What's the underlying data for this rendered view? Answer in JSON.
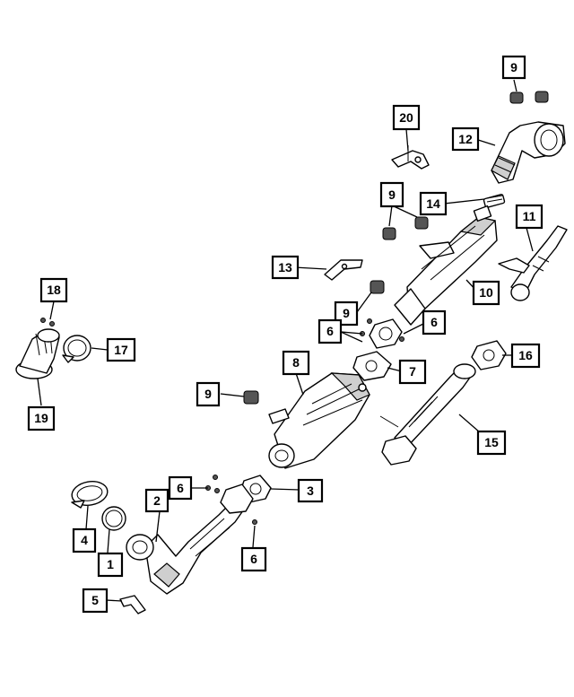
{
  "callouts": [
    {
      "id": "c1",
      "label": "1"
    },
    {
      "id": "c2",
      "label": "2"
    },
    {
      "id": "c3",
      "label": "3"
    },
    {
      "id": "c4",
      "label": "4"
    },
    {
      "id": "c5",
      "label": "5"
    },
    {
      "id": "c6a",
      "label": "6"
    },
    {
      "id": "c6b",
      "label": "6"
    },
    {
      "id": "c6c",
      "label": "6"
    },
    {
      "id": "c6d",
      "label": "6"
    },
    {
      "id": "c7",
      "label": "7"
    },
    {
      "id": "c8",
      "label": "8"
    },
    {
      "id": "c9a",
      "label": "9"
    },
    {
      "id": "c9b",
      "label": "9"
    },
    {
      "id": "c9c",
      "label": "9"
    },
    {
      "id": "c9d",
      "label": "9"
    },
    {
      "id": "c10",
      "label": "10"
    },
    {
      "id": "c11",
      "label": "11"
    },
    {
      "id": "c12",
      "label": "12"
    },
    {
      "id": "c13",
      "label": "13"
    },
    {
      "id": "c14",
      "label": "14"
    },
    {
      "id": "c15",
      "label": "15"
    },
    {
      "id": "c16",
      "label": "16"
    },
    {
      "id": "c17",
      "label": "17"
    },
    {
      "id": "c18",
      "label": "18"
    },
    {
      "id": "c19",
      "label": "19"
    },
    {
      "id": "c20",
      "label": "20"
    }
  ]
}
